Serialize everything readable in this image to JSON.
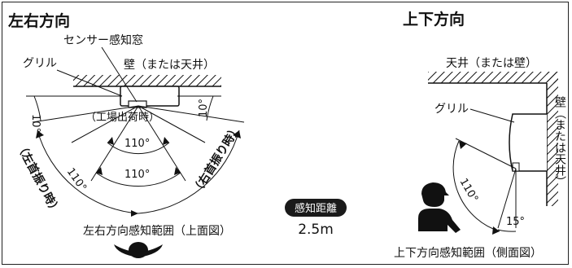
{
  "left_view": {
    "heading": "左右方向",
    "sensor_label": "センサー感知窓",
    "grille_label": "グリル",
    "wall_label": "壁（または天井）",
    "factory_label": "（工場出荷時）",
    "angle_left_edge": "10°",
    "angle_right_edge": "10°",
    "angle_inner": "110°",
    "angle_middle": "110°",
    "angle_outer": "110°",
    "swing_left_label": "（左首振り時）",
    "swing_right_label": "（右首振り時）",
    "caption": "左右方向感知範囲（上面図）"
  },
  "center": {
    "badge": "感知距離",
    "distance": "2.5m"
  },
  "right_view": {
    "heading": "上下方向",
    "ceiling_label": "天井（または壁）",
    "grille_label": "グリル",
    "wall_label": "壁（または天井）",
    "angle_fan": "110°",
    "angle_bottom": "15°",
    "caption": "上下方向感知範囲（側面図）"
  },
  "colors": {
    "ink": "#111111",
    "badge_bg": "#1a1a1a",
    "badge_text": "#ffffff"
  }
}
